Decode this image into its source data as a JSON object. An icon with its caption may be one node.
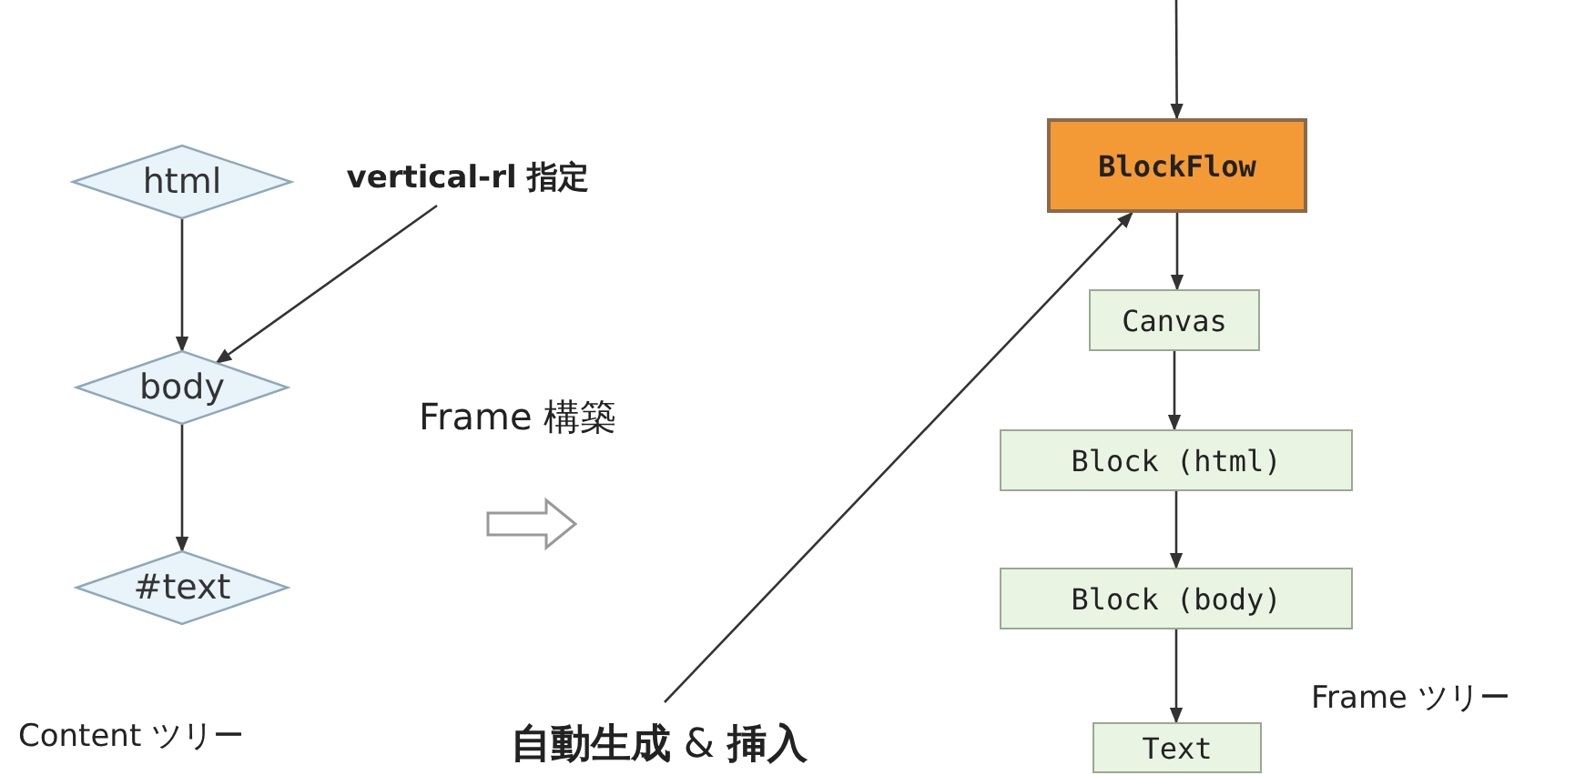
{
  "diagram": {
    "nodes": [
      {
        "text": [
          "html"
        ]
      },
      {
        "text": [
          "body"
        ]
      },
      {
        "text": [
          "#text"
        ]
      },
      {
        "text": [
          "vertical-rl 指定"
        ]
      },
      {
        "text": [
          "BlockFlow"
        ]
      },
      {
        "text": [
          "Canvas"
        ]
      },
      {
        "text": [
          "Block (html)"
        ]
      },
      {
        "text": [
          "Block (body)"
        ]
      },
      {
        "text": [
          "Text"
        ]
      },
      {
        "text": [
          "**自動生成** & **挿入**"
        ]
      }
    ],
    "edges": [
      {
        "from": 0,
        "to": 1,
        "arrow": "to"
      },
      {
        "from": 1,
        "to": 2,
        "arrow": "to"
      },
      {
        "from": 3,
        "to": 1,
        "arrow": "to"
      },
      {
        "from": null,
        "to": 4,
        "arrow": "to"
      },
      {
        "from": 4,
        "to": 5,
        "arrow": "to"
      },
      {
        "from": 5,
        "to": 6,
        "arrow": "to"
      },
      {
        "from": 6,
        "to": 7,
        "arrow": "to"
      },
      {
        "from": 7,
        "to": 8,
        "arrow": "to"
      },
      {
        "from": 9,
        "to": 4,
        "arrow": "to"
      }
    ],
    "labels": [
      "Frame 構築",
      "Content ツリー",
      "Frame ツリー"
    ]
  }
}
